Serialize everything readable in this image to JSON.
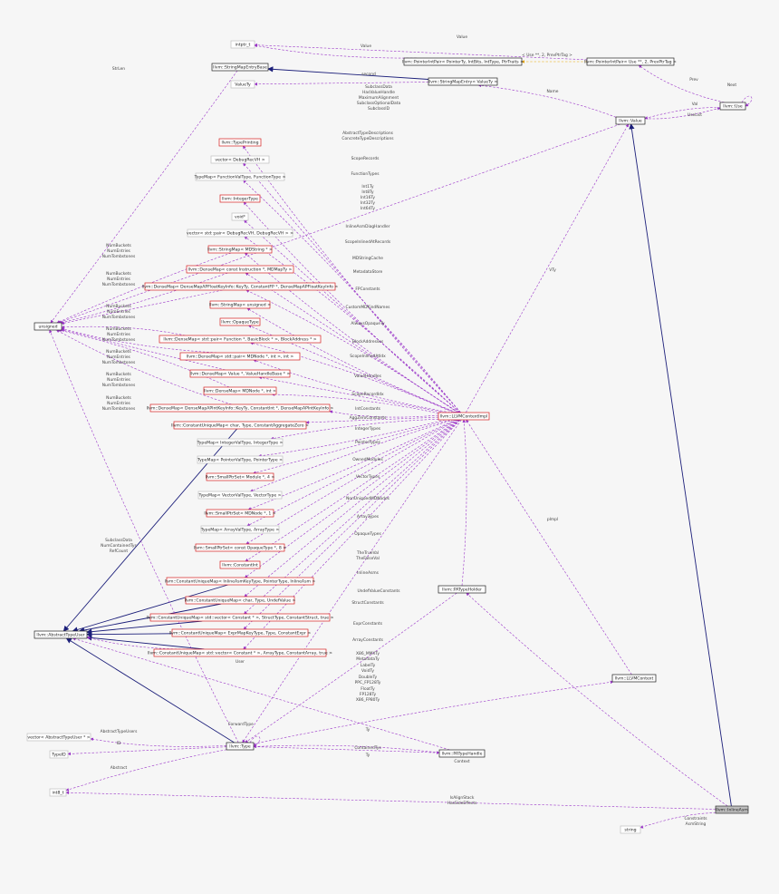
{
  "colors": {
    "usage": "#9a35c8",
    "inherit": "#1c1f7a",
    "template": "#e6a300",
    "plain": "#bfbfbf",
    "red": "#d42020",
    "focus": "#bdbdbd"
  },
  "nodes": [
    {
      "id": "intptr",
      "label": "intptr_t",
      "style": "plain"
    },
    {
      "id": "pip1",
      "label": "llvm::PointerIntPair< PointerTy, IntBits, IntType, PtrTraits >",
      "style": "black"
    },
    {
      "id": "pip2",
      "label": "llvm::PointerIntPair< Use **, 2, PrevPtrTag >",
      "style": "black"
    },
    {
      "id": "smeb",
      "label": "llvm::StringMapEntryBase",
      "style": "black"
    },
    {
      "id": "valuety",
      "label": "ValueTy",
      "style": "plain"
    },
    {
      "id": "sme",
      "label": "llvm::StringMapEntry< ValueTy >",
      "style": "black"
    },
    {
      "id": "use",
      "label": "llvm::Use",
      "style": "black"
    },
    {
      "id": "value",
      "label": "llvm::Value",
      "style": "black"
    },
    {
      "id": "typeprinting",
      "label": "llvm::TypePrinting",
      "style": "red"
    },
    {
      "id": "vecdbg",
      "label": "vector< DebugRecVH >",
      "style": "plain"
    },
    {
      "id": "tmfunc",
      "label": "TypeMap< FunctionValType, FunctionType >",
      "style": "plain"
    },
    {
      "id": "integertype",
      "label": "llvm::IntegerType",
      "style": "red"
    },
    {
      "id": "voidp",
      "label": "void*",
      "style": "plain"
    },
    {
      "id": "vecpair",
      "label": "vector< std::pair< DebugRecVH, DebugRecVH > >",
      "style": "plain"
    },
    {
      "id": "smmd",
      "label": "llvm::StringMap< MDString * >",
      "style": "red"
    },
    {
      "id": "dminst",
      "label": "llvm::DenseMap< const Instruction *, MDMapTy >",
      "style": "red"
    },
    {
      "id": "dmfp",
      "label": "llvm::DenseMap< DenseMapAPFloatKeyInfo::KeyTy, ConstantFP *, DenseMapAPFloatKeyInfo >",
      "style": "red"
    },
    {
      "id": "unsigned",
      "label": "unsigned",
      "style": "black"
    },
    {
      "id": "smuns",
      "label": "llvm::StringMap< unsigned >",
      "style": "red"
    },
    {
      "id": "opaquetype",
      "label": "llvm::OpaqueType",
      "style": "red"
    },
    {
      "id": "dmblock",
      "label": "llvm::DenseMap< std::pair< Function *, BasicBlock * >, BlockAddress * >",
      "style": "red"
    },
    {
      "id": "dmmdint",
      "label": "llvm::DenseMap< std::pair< MDNode *, int >, int >",
      "style": "red"
    },
    {
      "id": "dmvalue",
      "label": "llvm::DenseMap< Value *, ValueHandleBase * >",
      "style": "red"
    },
    {
      "id": "dmmdnode",
      "label": "llvm::DenseMap< MDNode *, int >",
      "style": "red"
    },
    {
      "id": "dmapint",
      "label": "llvm::DenseMap< DenseMapAPIntKeyInfo::KeyTy, ConstantInt *, DenseMapAPIntKeyInfo >",
      "style": "red"
    },
    {
      "id": "ctxi",
      "label": "llvm::LLVMContextImpl",
      "style": "red"
    },
    {
      "id": "cumagg",
      "label": "llvm::ConstantUniqueMap< char, Type, ConstantAggregateZero >",
      "style": "red"
    },
    {
      "id": "tmint",
      "label": "TypeMap< IntegerValType, IntegerType >",
      "style": "plain"
    },
    {
      "id": "tmptr",
      "label": "TypeMap< PointerValType, PointerType >",
      "style": "plain"
    },
    {
      "id": "spsmod",
      "label": "llvm::SmallPtrSet< Module *, 4 >",
      "style": "red"
    },
    {
      "id": "tmvec",
      "label": "TypeMap< VectorValType, VectorType >",
      "style": "plain"
    },
    {
      "id": "spsmd",
      "label": "llvm::SmallPtrSet< MDNode *, 1 >",
      "style": "red"
    },
    {
      "id": "tmarr",
      "label": "TypeMap< ArrayValType, ArrayType >",
      "style": "plain"
    },
    {
      "id": "spsopq",
      "label": "llvm::SmallPtrSet< const OpaqueType *, 8 >",
      "style": "red"
    },
    {
      "id": "constint",
      "label": "llvm::ConstantInt",
      "style": "red"
    },
    {
      "id": "cuminline",
      "label": "llvm::ConstantUniqueMap< InlineAsmKeyType, PointerType, InlineAsm >",
      "style": "red"
    },
    {
      "id": "pathold",
      "label": "llvm::PATypeHolder",
      "style": "black"
    },
    {
      "id": "cumundef",
      "label": "llvm::ConstantUniqueMap< char, Type, UndefValue >",
      "style": "red"
    },
    {
      "id": "cumstruct",
      "label": "llvm::ConstantUniqueMap< std::vector< Constant * >, StructType, ConstantStruct, true >",
      "style": "red"
    },
    {
      "id": "abstracttu",
      "label": "llvm::AbstractTypeUser",
      "style": "black"
    },
    {
      "id": "cumexpr",
      "label": "llvm::ConstantUniqueMap< ExprMapKeyType, Type, ConstantExpr >",
      "style": "red"
    },
    {
      "id": "cumarray",
      "label": "llvm::ConstantUniqueMap< std::vector< Constant * >, ArrayType, ConstantArray, true >",
      "style": "red"
    },
    {
      "id": "llvmctx",
      "label": "llvm::LLVMContext",
      "style": "black"
    },
    {
      "id": "vecatu",
      "label": "vector< AbstractTypeUser * >",
      "style": "plain"
    },
    {
      "id": "type",
      "label": "llvm::Type",
      "style": "black"
    },
    {
      "id": "typeid",
      "label": "TypeID",
      "style": "plain"
    },
    {
      "id": "patypehandle",
      "label": "llvm::PATypeHandle",
      "style": "black"
    },
    {
      "id": "int",
      "label": "int8_t",
      "style": "plain"
    },
    {
      "id": "inlineasm",
      "label": "llvm::InlineAsm",
      "style": "grey"
    },
    {
      "id": "string",
      "label": "string",
      "style": "plain"
    }
  ],
  "edge_labels": [
    {
      "id": "value_top",
      "text": "Value"
    },
    {
      "id": "value_mid",
      "text": "Value"
    },
    {
      "id": "useptr",
      "text": "< Use **, 2, PrevPtrTag >"
    },
    {
      "id": "strlen",
      "text": "StrLen"
    },
    {
      "id": "second",
      "text": "second"
    },
    {
      "id": "name",
      "text": "Name"
    },
    {
      "id": "next",
      "text": "Next"
    },
    {
      "id": "prev",
      "text": "Prev"
    },
    {
      "id": "val",
      "text": "Val"
    },
    {
      "id": "uselist",
      "text": "UseList"
    },
    {
      "id": "subclassdata1",
      "text": "SubclassData"
    },
    {
      "id": "hasvaluehandle",
      "text": "HasValueHandle"
    },
    {
      "id": "maxalign",
      "text": "MaximumAlignment"
    },
    {
      "id": "subclassopt",
      "text": "SubclassOptionalData"
    },
    {
      "id": "subclassid",
      "text": "SubclassID"
    },
    {
      "id": "abstracttd",
      "text": "AbstractTypeDescriptions"
    },
    {
      "id": "concretetd",
      "text": "ConcreteTypeDescriptions"
    },
    {
      "id": "scoperecords",
      "text": "ScopeRecords"
    },
    {
      "id": "functiontypes",
      "text": "FunctionTypes"
    },
    {
      "id": "int1ty",
      "text": "Int1Ty"
    },
    {
      "id": "int8ty",
      "text": "Int8Ty"
    },
    {
      "id": "int16ty",
      "text": "Int16Ty"
    },
    {
      "id": "int32ty",
      "text": "Int32Ty"
    },
    {
      "id": "int64ty",
      "text": "Int64Ty"
    },
    {
      "id": "inlineasmdiag",
      "text": "InlineAsmDiagHandler"
    },
    {
      "id": "scopeinlined",
      "text": "ScopeInlinedAtRecords"
    },
    {
      "id": "mdstringcache",
      "text": "MDStringCache"
    },
    {
      "id": "metadatastore",
      "text": "MetadataStore"
    },
    {
      "id": "fpconstants",
      "text": "FPConstants"
    },
    {
      "id": "custommd",
      "text": "CustomMDKindNames"
    },
    {
      "id": "alwaysopaque",
      "text": "AlwaysOpaqueTy"
    },
    {
      "id": "blockaddr",
      "text": "BlockAddresses"
    },
    {
      "id": "scopeinlinedidx",
      "text": "ScopeInlinedAtIdx"
    },
    {
      "id": "valuehandles",
      "text": "ValueHandles"
    },
    {
      "id": "scoperecordidx",
      "text": "ScopeRecordIdx"
    },
    {
      "id": "intconstants",
      "text": "IntConstants"
    },
    {
      "id": "aggzero",
      "text": "AggZeroConstants"
    },
    {
      "id": "integertypes",
      "text": "IntegerTypes"
    },
    {
      "id": "pointertypes",
      "text": "PointerTypes"
    },
    {
      "id": "ownedmodules",
      "text": "OwnedModules"
    },
    {
      "id": "vectortypes",
      "text": "VectorTypes"
    },
    {
      "id": "nonuniqued",
      "text": "NonUniquedMDNodes"
    },
    {
      "id": "arraytypes",
      "text": "ArrayTypes"
    },
    {
      "id": "opaquetypes",
      "text": "OpaqueTypes"
    },
    {
      "id": "thetrueval",
      "text": "TheTrueVal"
    },
    {
      "id": "thefalseval",
      "text": "TheFalseVal"
    },
    {
      "id": "inlineasms",
      "text": "InlineAsms"
    },
    {
      "id": "undefvalue",
      "text": "UndefValueConstants"
    },
    {
      "id": "structconst",
      "text": "StructConstants"
    },
    {
      "id": "exprconst",
      "text": "ExprConstants"
    },
    {
      "id": "arrayconst",
      "text": "ArrayConstants"
    },
    {
      "id": "user",
      "text": "User"
    },
    {
      "id": "x86mmx",
      "text": "X86_MMXTy"
    },
    {
      "id": "metadataty",
      "text": "MetadataTy"
    },
    {
      "id": "labelty",
      "text": "LabelTy"
    },
    {
      "id": "voidty",
      "text": "VoidTy"
    },
    {
      "id": "doublety",
      "text": "DoubleTy"
    },
    {
      "id": "ppcfp",
      "text": "PPC_FP128Ty"
    },
    {
      "id": "floatty",
      "text": "FloatTy"
    },
    {
      "id": "fp128",
      "text": "FP128Ty"
    },
    {
      "id": "x86fp80",
      "text": "X86_FP80Ty"
    },
    {
      "id": "ty1",
      "text": "Ty"
    },
    {
      "id": "ty2",
      "text": "Ty"
    },
    {
      "id": "containedtys",
      "text": "ContainedTys"
    },
    {
      "id": "forwardtype",
      "text": "ForwardType"
    },
    {
      "id": "abstracttypeusers",
      "text": "AbstractTypeUsers"
    },
    {
      "id": "id",
      "text": "ID"
    },
    {
      "id": "abstract",
      "text": "Abstract"
    },
    {
      "id": "context",
      "text": "Context"
    },
    {
      "id": "pimpl",
      "text": "pImpl"
    },
    {
      "id": "vty",
      "text": "VTy"
    },
    {
      "id": "subclassdata2",
      "text": "SubclassData"
    },
    {
      "id": "numcontained",
      "text": "NumContainedTys"
    },
    {
      "id": "refcount",
      "text": "RefCount"
    },
    {
      "id": "isalignstack",
      "text": "IsAlignStack"
    },
    {
      "id": "hassideeffects",
      "text": "HasSideEffects"
    },
    {
      "id": "constraints",
      "text": "Constraints"
    },
    {
      "id": "asmstring",
      "text": "AsmString"
    },
    {
      "id": "nb1",
      "text": "NumBuckets"
    },
    {
      "id": "ne1",
      "text": "NumEntries"
    },
    {
      "id": "nt1",
      "text": "NumTombstones"
    },
    {
      "id": "nb2",
      "text": "NumBuckets"
    },
    {
      "id": "ne2",
      "text": "NumEntries"
    },
    {
      "id": "nt2",
      "text": "NumTombstones"
    },
    {
      "id": "nb3",
      "text": "NumBuckets"
    },
    {
      "id": "ne3",
      "text": "NumEntries"
    },
    {
      "id": "nt3",
      "text": "NumTombstones"
    },
    {
      "id": "nb4",
      "text": "NumBuckets"
    },
    {
      "id": "ne4",
      "text": "NumEntries"
    },
    {
      "id": "nt4",
      "text": "NumTombstones"
    },
    {
      "id": "nb5",
      "text": "NumBuckets"
    },
    {
      "id": "ne5",
      "text": "NumEntries"
    },
    {
      "id": "nt5",
      "text": "NumTombstones"
    },
    {
      "id": "nb6",
      "text": "NumBuckets"
    },
    {
      "id": "ne6",
      "text": "NumEntries"
    },
    {
      "id": "nt6",
      "text": "NumTombstones"
    },
    {
      "id": "nb7",
      "text": "NumBuckets"
    },
    {
      "id": "ne7",
      "text": "NumEntries"
    },
    {
      "id": "nt7",
      "text": "NumTombstones"
    }
  ]
}
